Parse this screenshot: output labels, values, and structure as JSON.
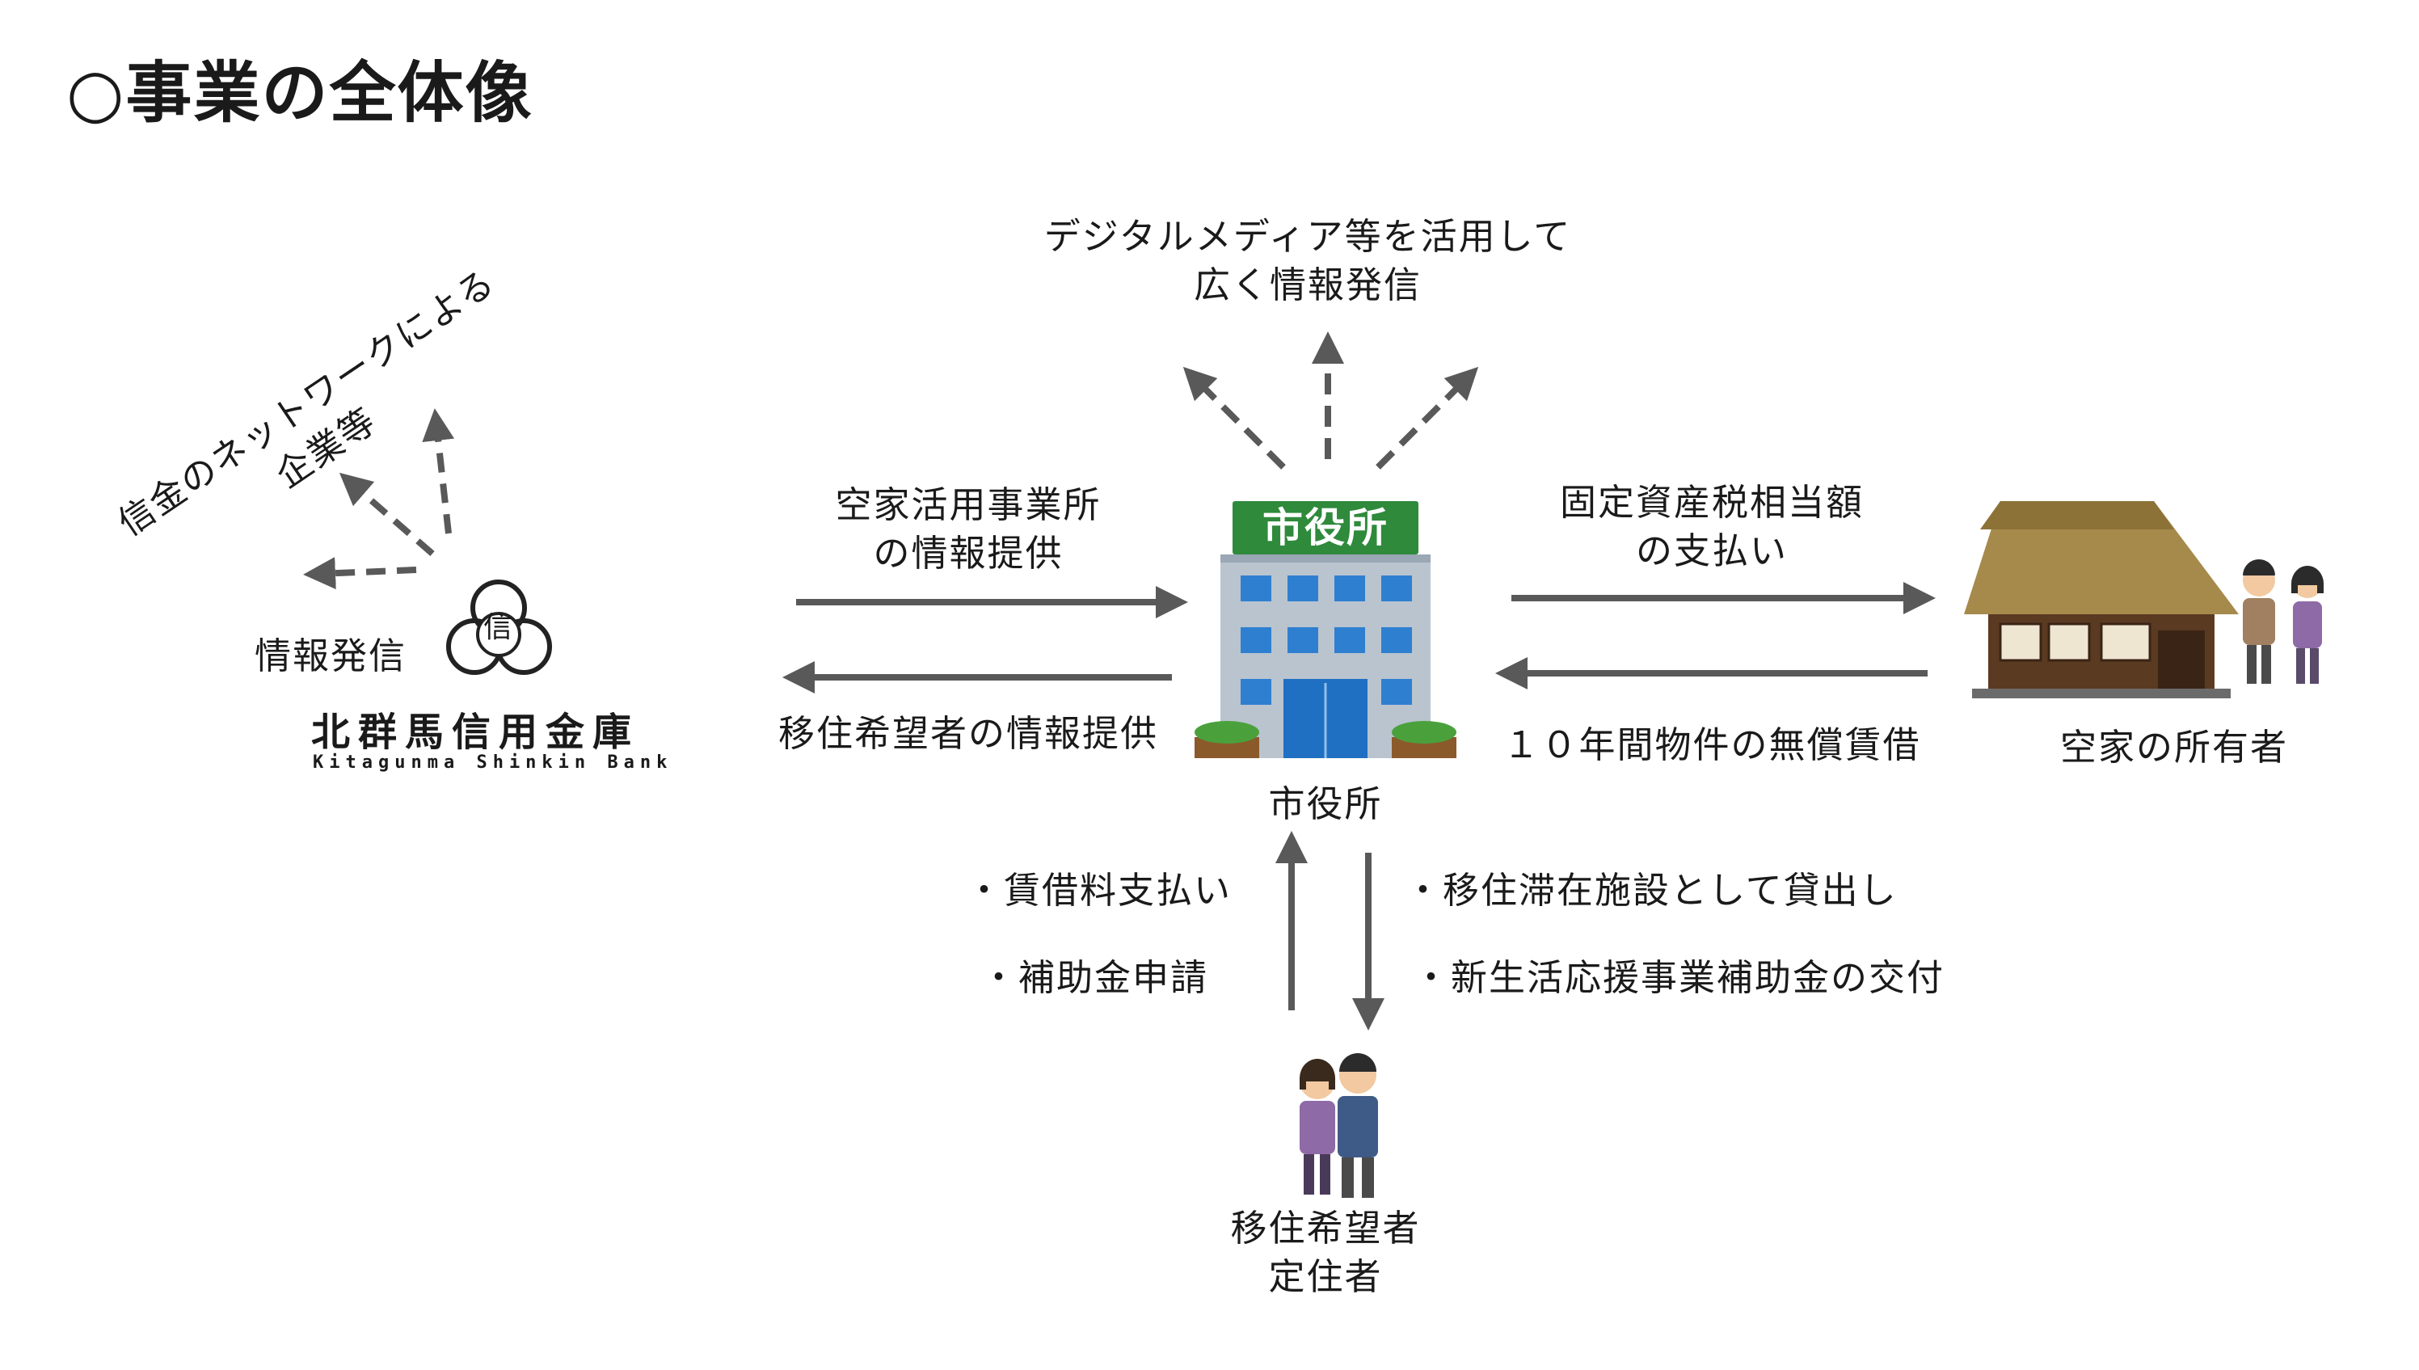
{
  "title": "○事業の全体像",
  "city_hall": {
    "sign_text": "市役所",
    "label": "市役所"
  },
  "broadcast": {
    "line1": "デジタルメディア等を活用して",
    "line2": "広く情報発信"
  },
  "bank": {
    "network_line1": "信金のネットワークによる",
    "network_line2": "企業等",
    "info_label": "情報発信",
    "emblem_char": "信",
    "name_jp": "北群馬信用金庫",
    "name_en": "Kitagunma Shinkin Bank"
  },
  "flows": {
    "to_city_line1": "空家活用事業所",
    "to_city_line2": "の情報提供",
    "to_bank": "移住希望者の情報提供",
    "tax_line1": "固定資産税相当額",
    "tax_line2": "の支払い",
    "loan": "１０年間物件の無償賃借"
  },
  "owner": {
    "label": "空家の所有者"
  },
  "settler": {
    "up_item1": "・賃借料支払い",
    "up_item2": "・補助金申請",
    "down_item1": "・移住滞在施設として貸出し",
    "down_item2": "・新生活応援事業補助金の交付",
    "label_line1": "移住希望者",
    "label_line2": "定住者"
  },
  "colors": {
    "arrow": "#595959",
    "sign_green": "#2f8a3c",
    "building_gray": "#b9c4cf",
    "window_blue": "#2f7fd0",
    "roof_straw": "#a58a4c",
    "house_wood": "#5b3a22"
  }
}
